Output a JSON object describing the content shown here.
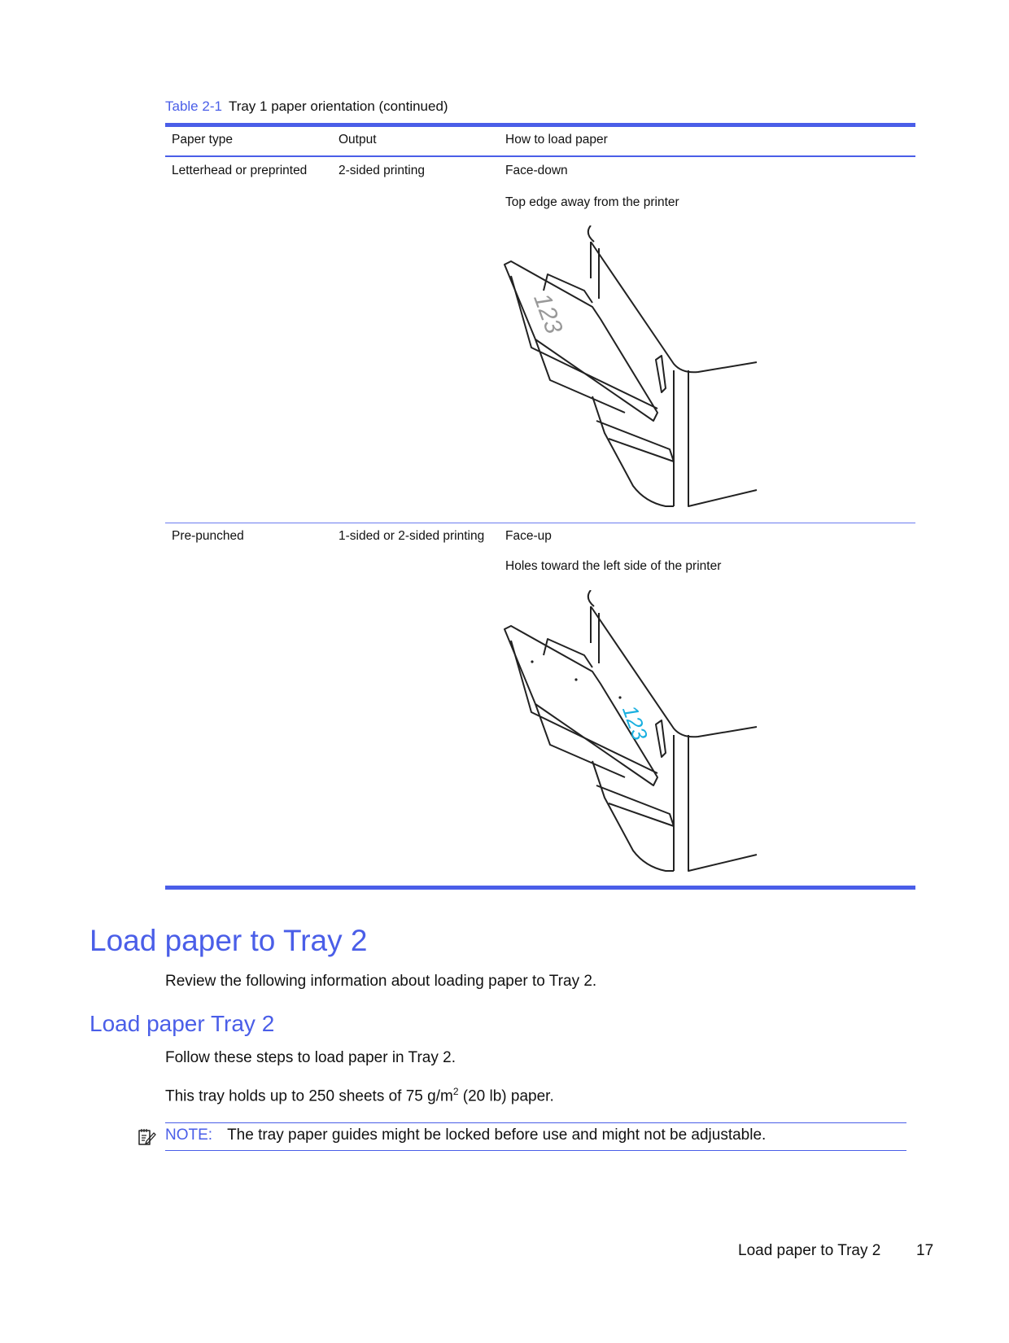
{
  "table": {
    "caption_number": "Table 2-1",
    "caption_title": "Tray 1 paper orientation  (continued)",
    "headers": [
      "Paper type",
      "Output",
      "How to load paper"
    ],
    "rows": [
      {
        "paper_type": "Letterhead or preprinted",
        "output": "2-sided printing",
        "how_to_load": [
          "Face-down",
          "Top edge away from the printer"
        ],
        "illustration": "printer-tray1-face-down-icon"
      },
      {
        "paper_type": "Pre-punched",
        "output": "1-sided or 2-sided printing",
        "how_to_load": [
          "Face-up",
          "Holes toward the left side of the printer"
        ],
        "illustration": "printer-tray1-face-up-prepunched-icon"
      }
    ]
  },
  "section": {
    "title": "Load paper to Tray 2",
    "intro": "Review the following information about loading paper to Tray 2."
  },
  "subsection": {
    "title": "Load paper Tray 2",
    "para1": "Follow these steps to load paper in Tray 2.",
    "para2_pre": "This tray holds up to 250 sheets of 75 g/m",
    "para2_sup": "2",
    "para2_post": " (20 lb) paper."
  },
  "note": {
    "icon": "note-pencil-icon",
    "label": "NOTE:",
    "text": "The tray paper guides might be locked before use and might not be adjustable."
  },
  "footer": {
    "section": "Load paper to Tray 2",
    "page_number": "17"
  },
  "colors": {
    "accent": "#4a5ee8",
    "number_highlight": "#1ab0e0"
  }
}
